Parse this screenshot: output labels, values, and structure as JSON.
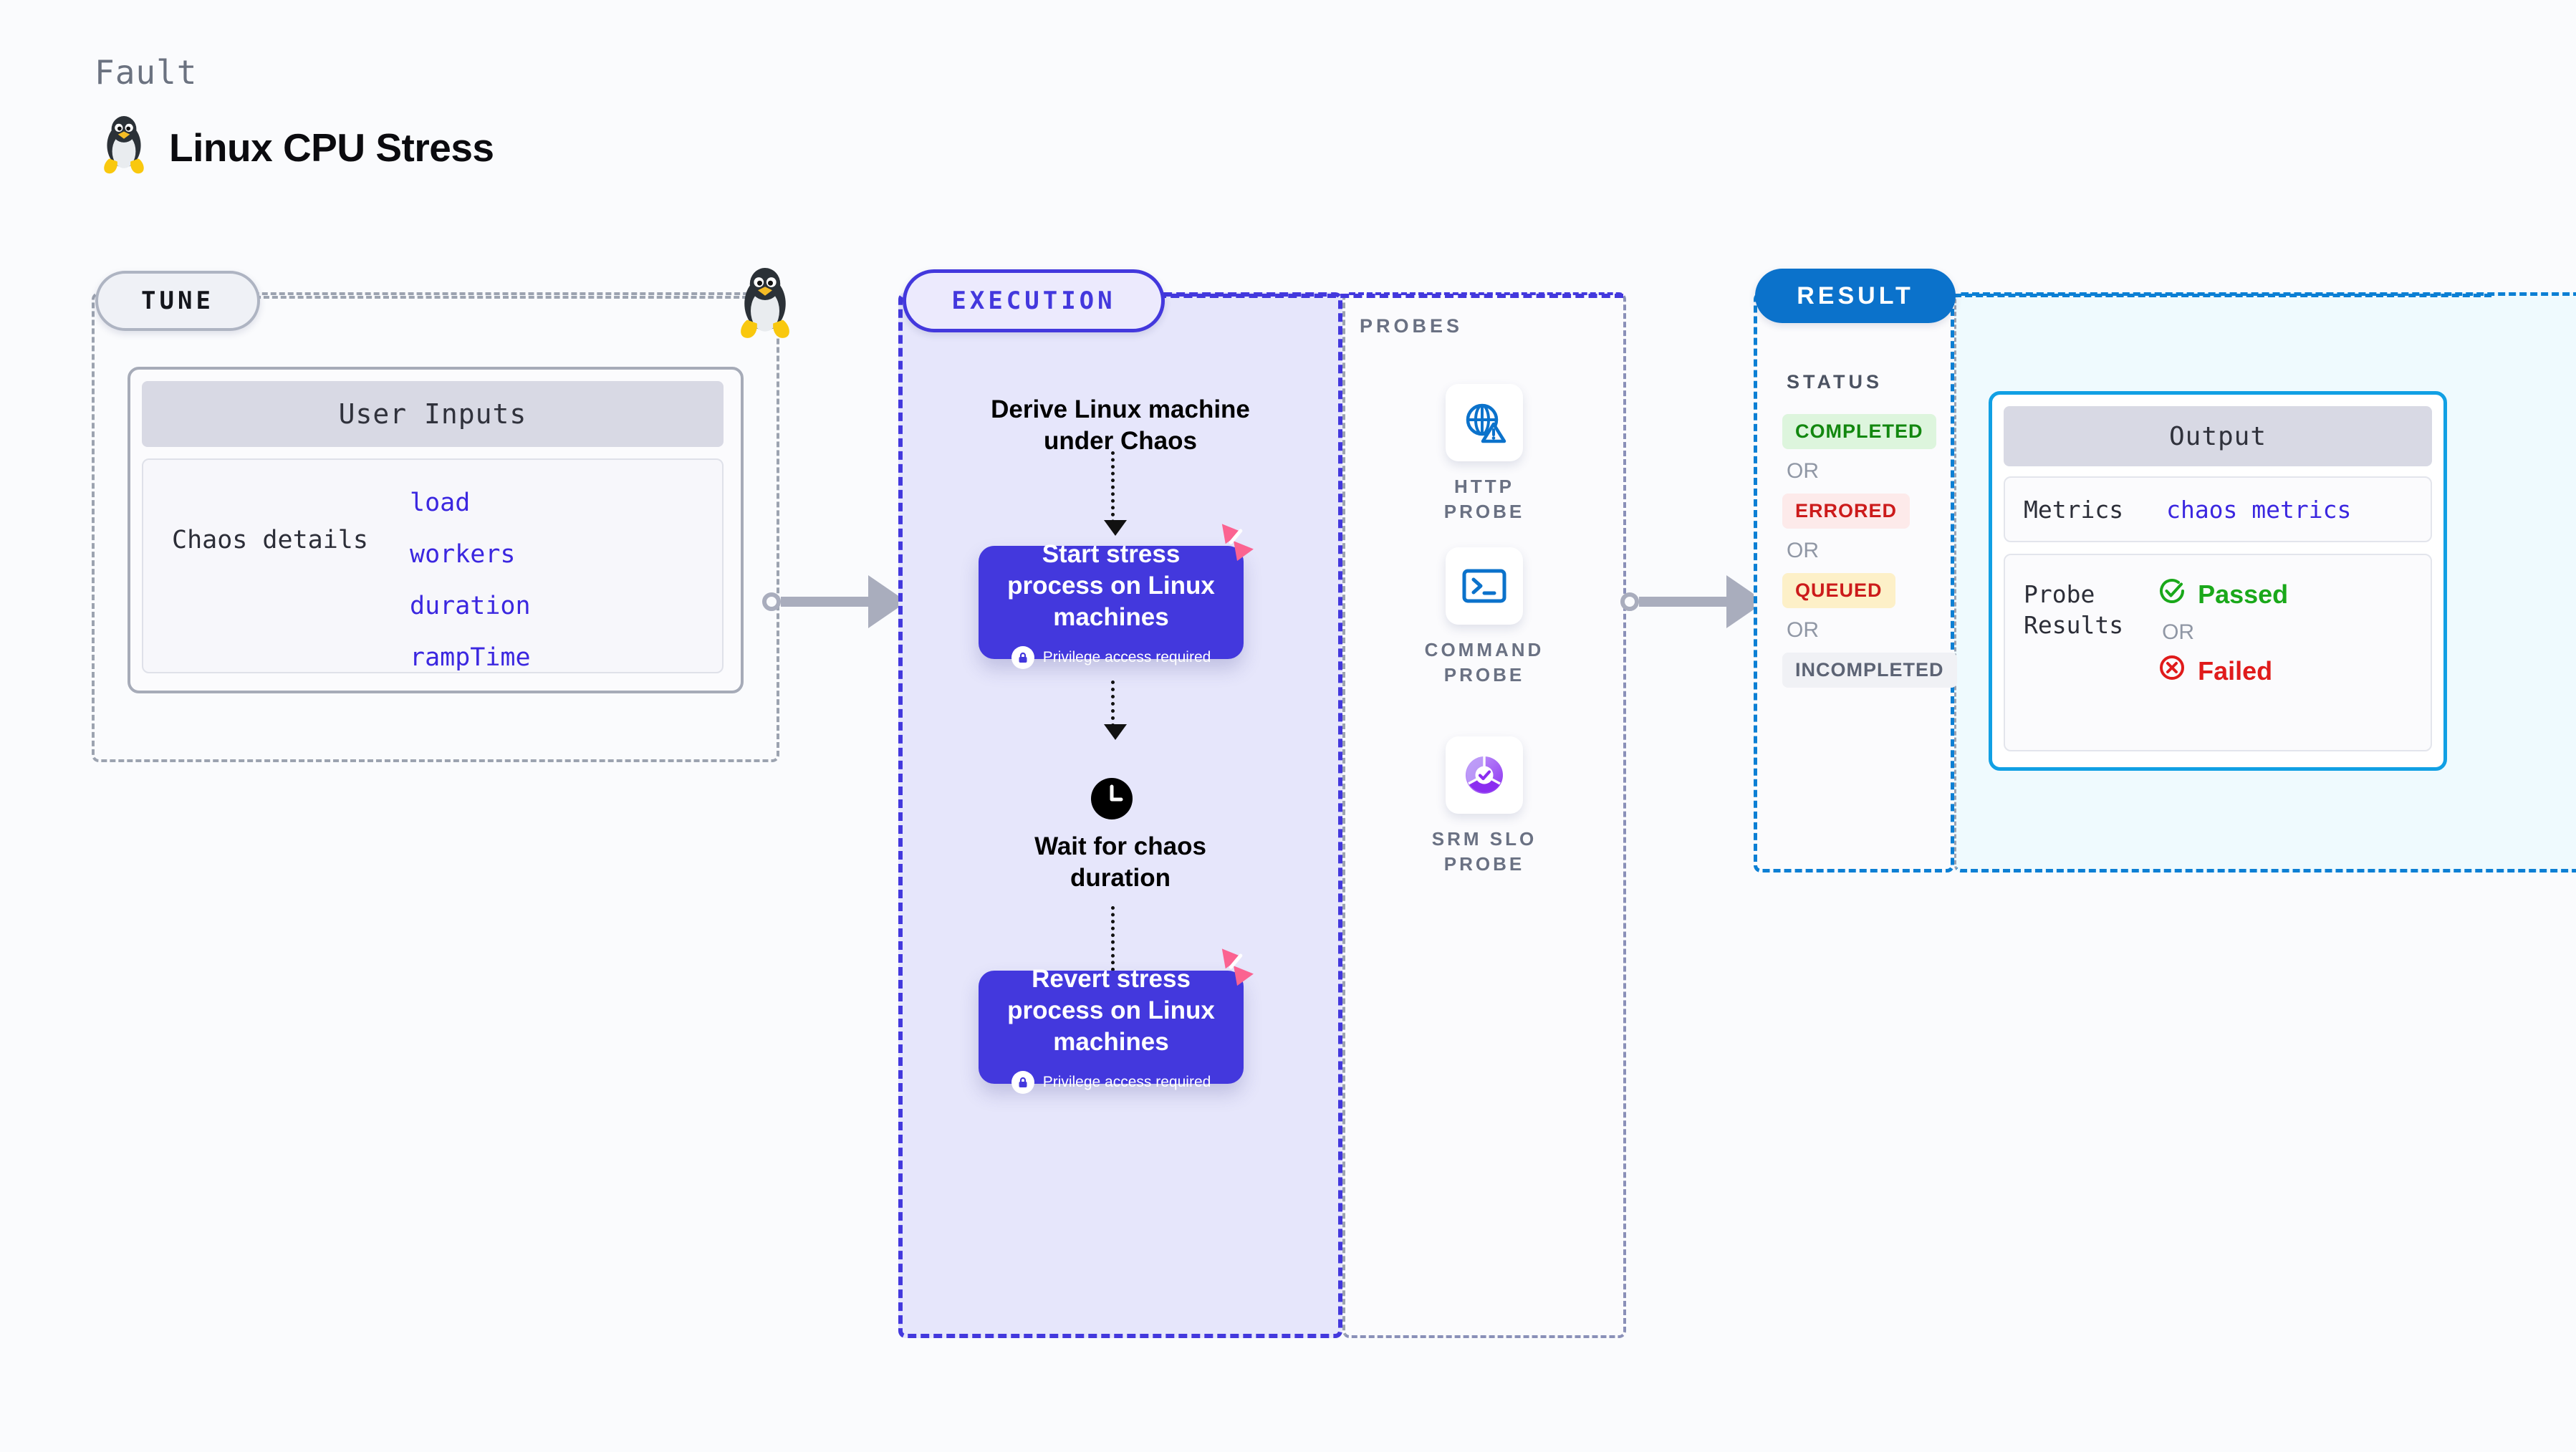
{
  "header": {
    "kicker": "Fault",
    "title": "Linux CPU Stress",
    "icon": "linux-penguin-icon"
  },
  "tune": {
    "pill_label": "TUNE",
    "badge_icon": "linux-penguin-icon",
    "card": {
      "header": "User Inputs",
      "row_label": "Chaos details",
      "params": [
        "load",
        "workers",
        "duration",
        "rampTime"
      ]
    }
  },
  "execution": {
    "pill_label": "EXECUTION",
    "derive_text": "Derive Linux machine\nunder Chaos",
    "start_node": {
      "title": "Start stress\nprocess on Linux\nmachines",
      "privilege_text": "Privilege access required",
      "badge_icon": "lock-icon",
      "corner_icon": "harness-logo-icon"
    },
    "wait_node": {
      "icon": "clock-icon",
      "text": "Wait for chaos\nduration"
    },
    "revert_node": {
      "title": "Revert stress\nprocess on Linux\nmachines",
      "privilege_text": "Privilege access required",
      "badge_icon": "lock-icon",
      "corner_icon": "harness-logo-icon"
    }
  },
  "probes": {
    "label": "PROBES",
    "items": [
      {
        "label": "HTTP PROBE",
        "icon": "globe-warning-icon"
      },
      {
        "label": "COMMAND\nPROBE",
        "icon": "terminal-icon"
      },
      {
        "label": "SRM SLO\nPROBE",
        "icon": "slo-donut-check-icon"
      }
    ]
  },
  "result": {
    "pill_label": "RESULT",
    "status_label": "STATUS",
    "or_text": "OR",
    "statuses": [
      {
        "label": "COMPLETED",
        "bg": "#ddf5dd",
        "color": "#12870f"
      },
      {
        "label": "ERRORED",
        "bg": "#fdeaea",
        "color": "#cc1b1b"
      },
      {
        "label": "QUEUED",
        "bg": "#fdf0c8",
        "color": "#cc1b1b"
      },
      {
        "label": "INCOMPLETED",
        "bg": "#f0f1f5",
        "color": "#5c6374"
      }
    ],
    "output": {
      "header": "Output",
      "metrics_label": "Metrics",
      "metrics_value": "chaos metrics",
      "probe_results_label": "Probe\nResults",
      "passed_label": "Passed",
      "failed_label": "Failed",
      "or_text": "OR",
      "passed_icon": "check-circle-icon",
      "failed_icon": "x-circle-icon"
    }
  },
  "colors": {
    "background": "#fafbfd",
    "execution_accent": "#4338dd",
    "execution_fill": "#e6e6fb",
    "result_accent": "#0b7fd4",
    "result_fill": "#effafe",
    "tune_accent": "#9ca3b0",
    "param_text": "#3b27e0",
    "harness_pink": "#fb6391",
    "passed_green": "#1aa81a",
    "failed_red": "#e01b1b"
  },
  "connectors": [
    {
      "name": "tune-to-execution"
    },
    {
      "name": "probes-to-result"
    }
  ]
}
